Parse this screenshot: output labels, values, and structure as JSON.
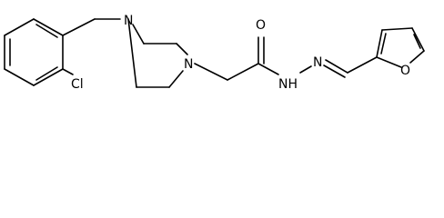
{
  "structure": {
    "atoms": {
      "chlorine": "Cl",
      "piperazine_n1": "N",
      "piperazine_n4": "N",
      "carbonyl_oxygen": "O",
      "hydrazide_nh": "NH",
      "hydrazone_n": "N",
      "furan_oxygen": "O"
    },
    "colors": {
      "line": "#000000",
      "background": "#ffffff"
    }
  }
}
